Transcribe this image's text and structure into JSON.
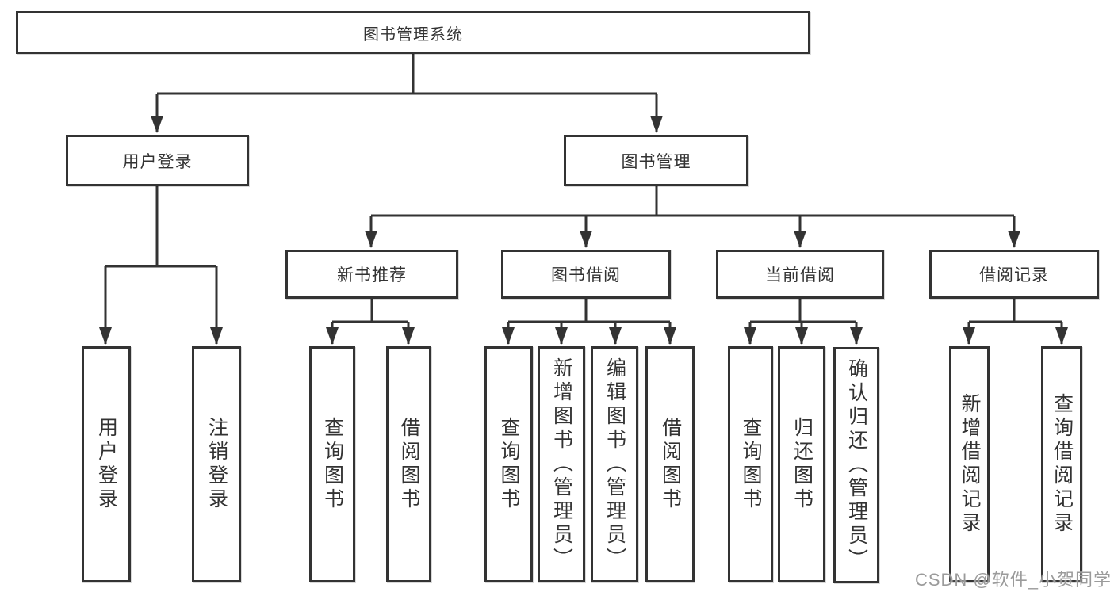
{
  "diagram_title": "图书管理系统",
  "tree": {
    "root": {
      "label": "图书管理系统",
      "children": [
        {
          "label": "用户登录",
          "children": [
            {
              "label": "用户登录"
            },
            {
              "label": "注销登录"
            }
          ]
        },
        {
          "label": "图书管理",
          "children": [
            {
              "label": "新书推荐",
              "children": [
                {
                  "label": "查询图书"
                },
                {
                  "label": "借阅图书"
                }
              ]
            },
            {
              "label": "图书借阅",
              "children": [
                {
                  "label": "查询图书"
                },
                {
                  "label": "新增图书（管理员）"
                },
                {
                  "label": "编辑图书（管理员）"
                },
                {
                  "label": "借阅图书"
                }
              ]
            },
            {
              "label": "当前借阅",
              "children": [
                {
                  "label": "查询图书"
                },
                {
                  "label": "归还图书"
                },
                {
                  "label": "确认归还（管理员）"
                }
              ]
            },
            {
              "label": "借阅记录",
              "children": [
                {
                  "label": "新增借阅记录"
                },
                {
                  "label": "查询借阅记录"
                }
              ]
            }
          ]
        }
      ]
    }
  },
  "watermark": "CSDN @软件_小贺同学",
  "colors": {
    "line": "#333333",
    "box_border": "#333333",
    "text": "#333333",
    "background": "#ffffff",
    "watermark": "#9b9b9b"
  }
}
